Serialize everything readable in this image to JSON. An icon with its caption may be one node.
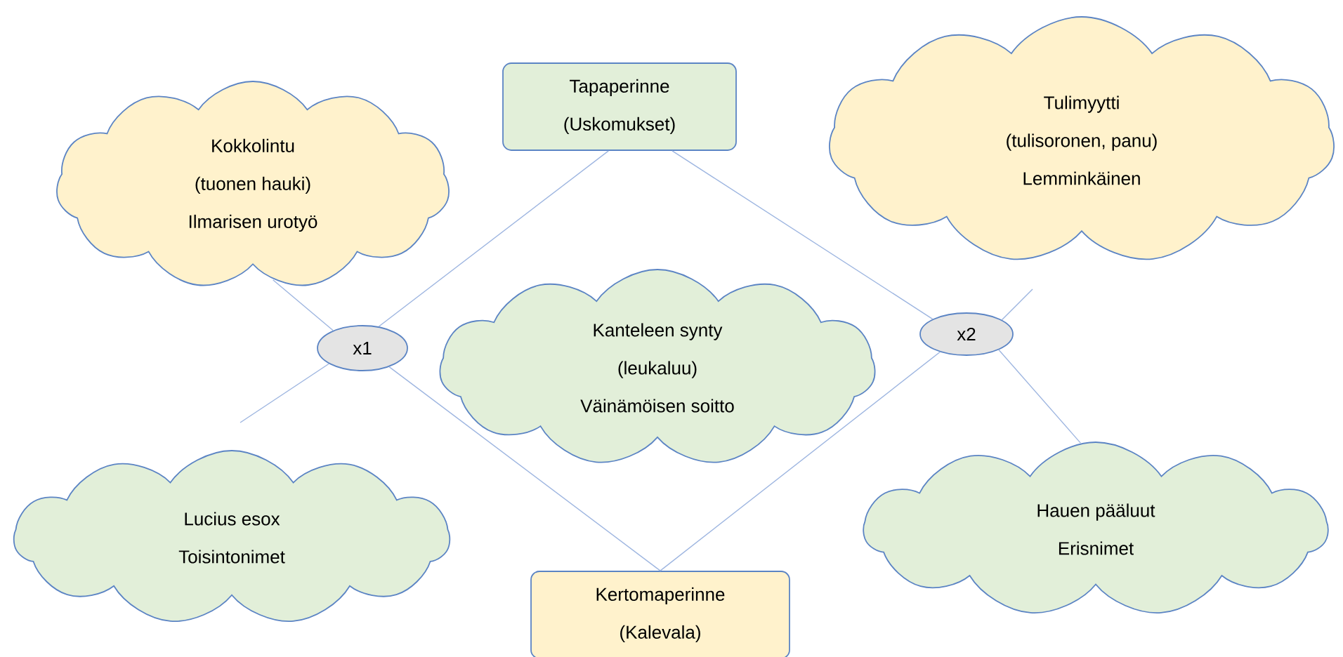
{
  "diagram": {
    "nodes": [
      {
        "text": [
          "Kokkolintu",
          "(tuonen hauki)",
          "Ilmarisen urotyö"
        ]
      },
      {
        "text": [
          "Tapaperinne",
          "(Uskomukset)"
        ]
      },
      {
        "text": [
          "Tulimyytti",
          "(tulisoronen, panu)",
          "Lemminkäinen"
        ]
      },
      {
        "text": [
          "x1"
        ]
      },
      {
        "text": [
          "Kanteleen synty",
          "(leukaluu)",
          "Väinämöisen soitto"
        ]
      },
      {
        "text": [
          "x2"
        ]
      },
      {
        "text": [
          "Lucius esox",
          "Toisintonimet"
        ]
      },
      {
        "text": [
          "Hauen pääluut",
          "Erisnimet"
        ]
      },
      {
        "text": [
          "Kertomaperinne",
          "(Kalevala)"
        ]
      }
    ],
    "edges": [
      {
        "from": 0,
        "to": 3,
        "arrow": "none"
      },
      {
        "from": 1,
        "to": 3,
        "arrow": "none"
      },
      {
        "from": 3,
        "to": null,
        "arrow": "none"
      },
      {
        "from": 3,
        "to": 8,
        "arrow": "none"
      },
      {
        "from": 8,
        "to": 5,
        "arrow": "none"
      },
      {
        "from": 1,
        "to": 5,
        "arrow": "none"
      },
      {
        "from": 5,
        "to": null,
        "arrow": "none"
      },
      {
        "from": 5,
        "to": 7,
        "arrow": "none"
      }
    ]
  }
}
